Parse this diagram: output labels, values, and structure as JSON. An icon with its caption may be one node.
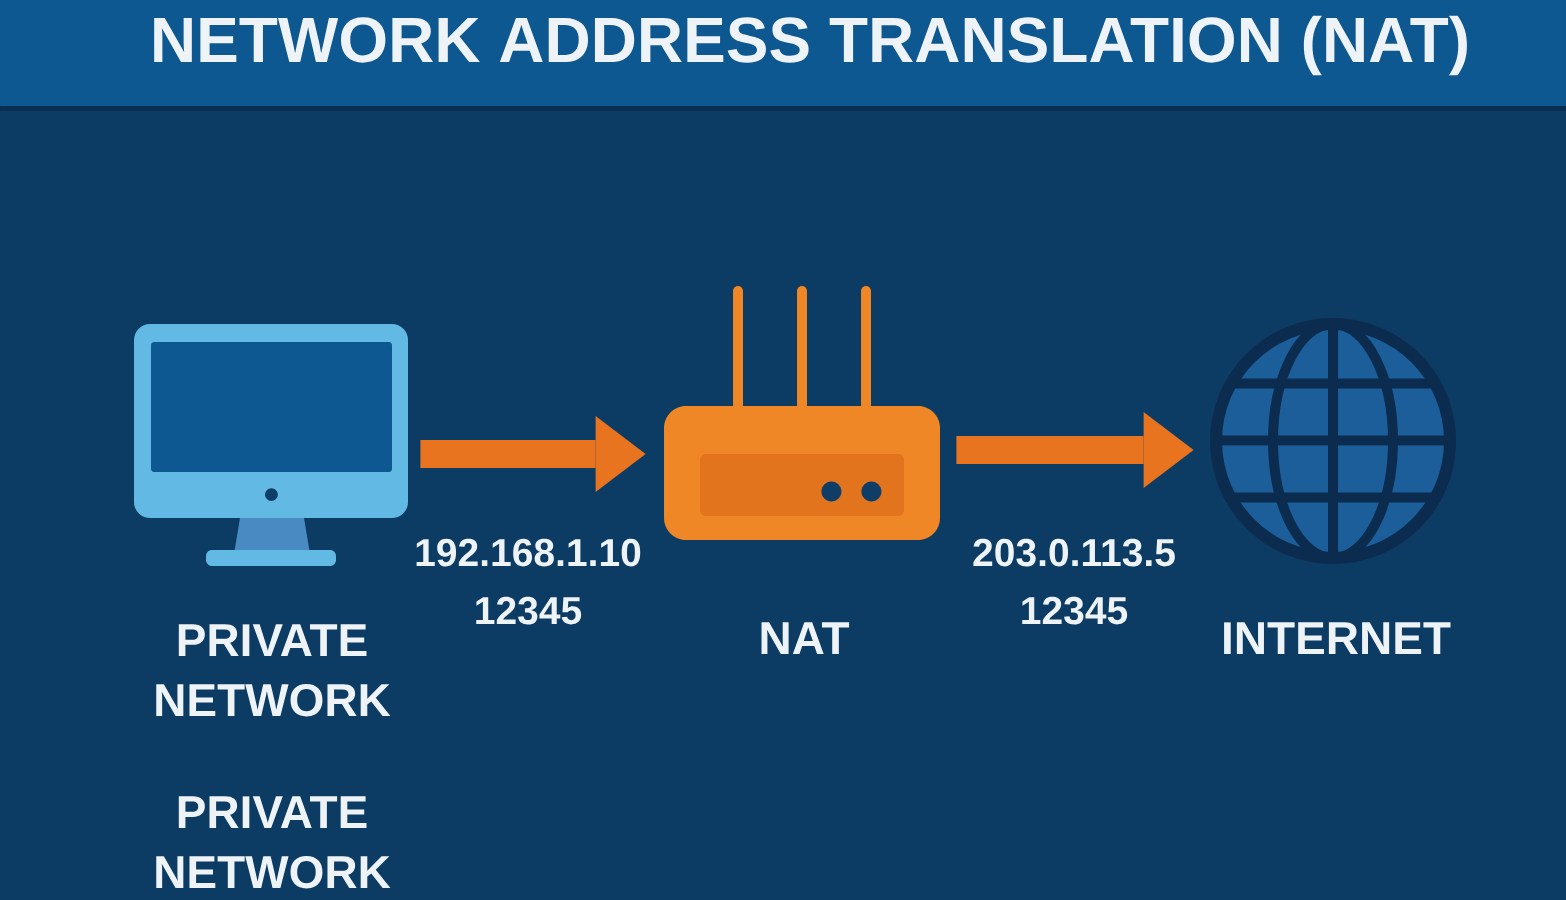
{
  "diagram": {
    "title": "NETWORK ADDRESS TRANSLATION (NAT)",
    "nodes": [
      {
        "text": [],
        "shape": "picture",
        "beside": [
          "PRIVATE NETWORK"
        ]
      },
      {
        "text": [],
        "shape": "picture",
        "beside": [
          "NAT"
        ]
      },
      {
        "text": [],
        "shape": "picture",
        "beside": [
          "INTERNET"
        ]
      }
    ],
    "edges": [
      {
        "from": 0,
        "to": 1,
        "arrow": "to",
        "label": "192.168.1.10 12345"
      },
      {
        "from": 1,
        "to": 2,
        "arrow": "to",
        "label": "203.0.113.5 12345"
      }
    ],
    "labels": [
      "PRIVATE NETWORK"
    ]
  }
}
